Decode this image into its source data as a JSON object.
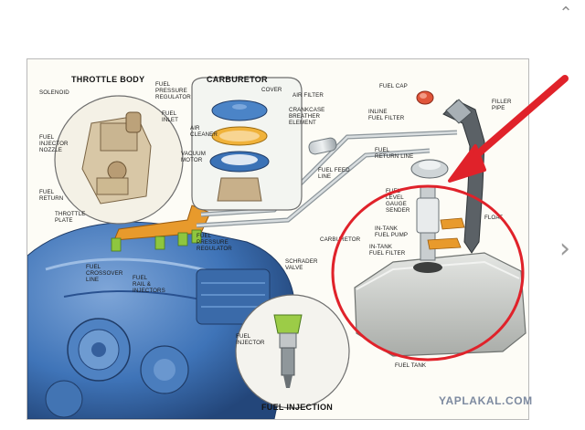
{
  "viewer": {
    "next_glyph": "›",
    "close_glyph": "⌃"
  },
  "diagram": {
    "sections": {
      "throttle_body": "THROTTLE BODY",
      "carburetor": "CARBURETOR",
      "fuel_injection": "FUEL INJECTION"
    },
    "labels": {
      "solenoid": "SOLENOID",
      "fuel_pressure_regulator_tb": "FUEL\nPRESSURE\nREGULATOR",
      "fuel_inlet": "FUEL\nINLET",
      "fuel_injector_nozzle": "FUEL\nINJECTOR\nNOZZLE",
      "fuel_return": "FUEL\nRETURN",
      "throttle_plate": "THROTTLE\nPLATE",
      "cover": "COVER",
      "air_filter": "AIR FILTER",
      "crankcase_breather": "CRANKCASE\nBREATHER\nELEMENT",
      "air_cleaner": "AIR\nCLEANER",
      "vacuum_motor": "VACUUM\nMOTOR",
      "fuel_feed_line": "FUEL FEED\nLINE",
      "inline_fuel_filter": "INLINE\nFUEL FILTER",
      "fuel_return_line": "FUEL\nRETURN LINE",
      "fuel_cap": "FUEL CAP",
      "filler_pipe": "FILLER\nPIPE",
      "fuel_level_gauge_sender": "FUEL\nLEVEL\nGAUGE\nSENDER",
      "float": "FLOAT",
      "in_tank_fuel_pump": "IN-TANK\nFUEL PUMP",
      "in_tank_fuel_filter": "IN-TANK\nFUEL FILTER",
      "carburetor_label": "CARBURETOR",
      "schrader_valve": "SCHRADER\nVALVE",
      "fuel_pressure_regulator": "FUEL\nPRESSURE\nREGULATOR",
      "fuel_crossover_line": "FUEL\nCROSSOVER\nLINE",
      "fuel_rail_injectors": "FUEL\nRAIL &\nINJECTORS",
      "fuel_injector": "FUEL\nINJECTOR",
      "fuel_tank": "FUEL TANK"
    }
  },
  "watermark": "YAPLAKAL.COM",
  "colors": {
    "arrow_red": "#e0222a",
    "engine_blue": "#3f74b8",
    "tank_gray": "#c9cbc8",
    "fuel_orange": "#e89a2c",
    "filter_yellow": "#f0b23a"
  }
}
